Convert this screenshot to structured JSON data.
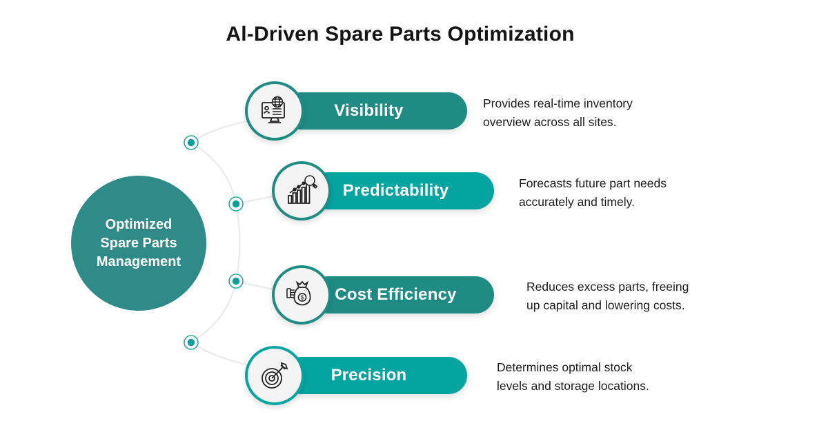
{
  "title": "Al-Driven Spare Parts Optimization",
  "center": {
    "label": "Optimized\nSpare Parts\nManagement"
  },
  "rows": [
    {
      "label": "Visibility",
      "description": "Provides real-time inventory\noverview across all sites.",
      "icon": "monitor-globe-icon",
      "variant": "dark"
    },
    {
      "label": "Predictability",
      "description": "Forecasts future part needs\naccurately and timely.",
      "icon": "chart-magnifier-icon",
      "variant": "bright"
    },
    {
      "label": "Cost Efficiency",
      "description": "Reduces excess parts, freeing\nup capital and lowering costs.",
      "icon": "money-bag-icon",
      "variant": "dark"
    },
    {
      "label": "Precision",
      "description": "Determines optimal stock\nlevels and storage locations.",
      "icon": "target-arrow-icon",
      "variant": "bright"
    }
  ],
  "colors": {
    "accent_dark": "#1f8c84",
    "accent_bright": "#04a5a0",
    "circle_fill": "#2e8b87",
    "connector_line": "#ececec",
    "node_dot": "#0aa09a",
    "icon_stroke": "#222222",
    "background": "#ffffff"
  }
}
